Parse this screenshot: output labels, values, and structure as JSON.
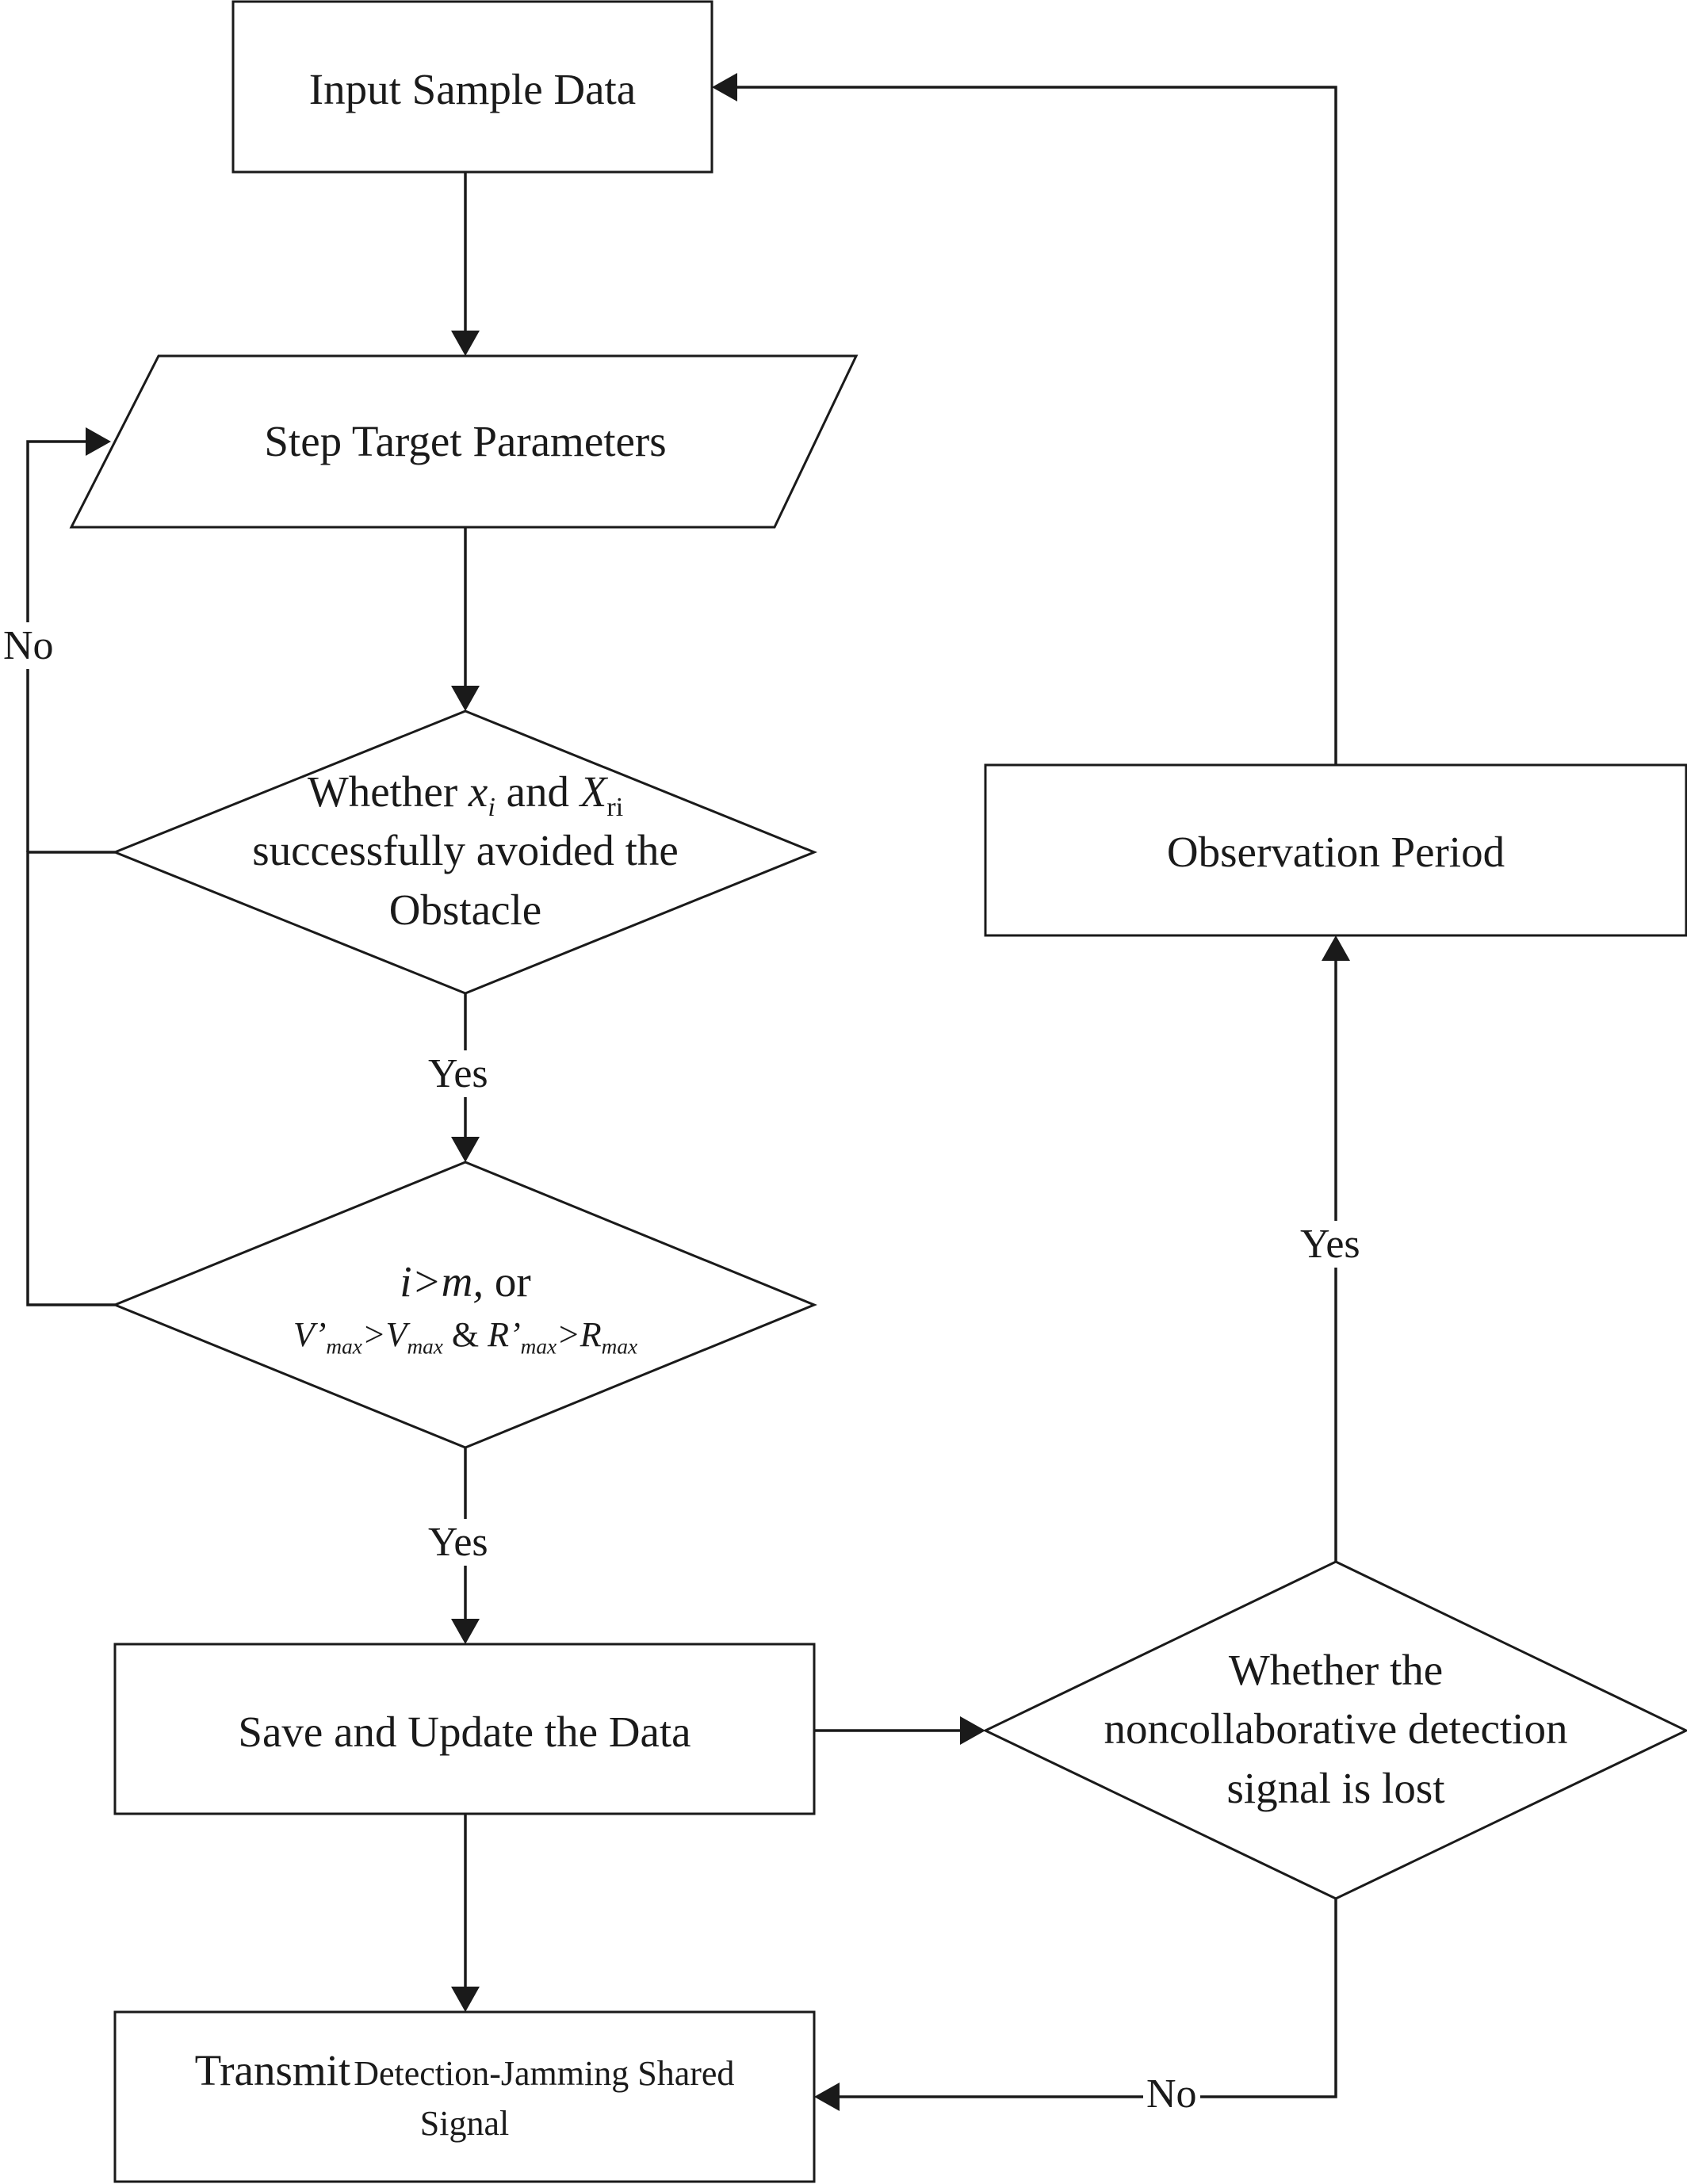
{
  "nodes": {
    "input": "Input Sample Data",
    "step": "Step Target Parameters",
    "avoid": {
      "line1_prefix": "Whether ",
      "x_var": "x",
      "x_sub": "i",
      "and": " and ",
      "X_var": "X",
      "X_sub": "ri",
      "line2": "successfully avoided the",
      "line3": "Obstacle"
    },
    "condition": {
      "i": "i",
      "gt": ">",
      "m": "m,",
      "or": " or",
      "v1": "V’",
      "max": "max",
      "v2": "V",
      "amp": " & ",
      "r1": "R’",
      "r2": "R"
    },
    "save": "Save and Update the Data",
    "transmit": {
      "word": "Transmit",
      "rest": "Detection-Jamming Shared",
      "line2": "Signal"
    },
    "lost": {
      "line1": "Whether the",
      "line2": "noncollaborative detection",
      "line3": "signal is lost"
    },
    "observe": "Observation Period"
  },
  "edges": {
    "no_left": "No",
    "yes_1": "Yes",
    "yes_2": "Yes",
    "yes_right": "Yes",
    "no_bottom": "No"
  }
}
